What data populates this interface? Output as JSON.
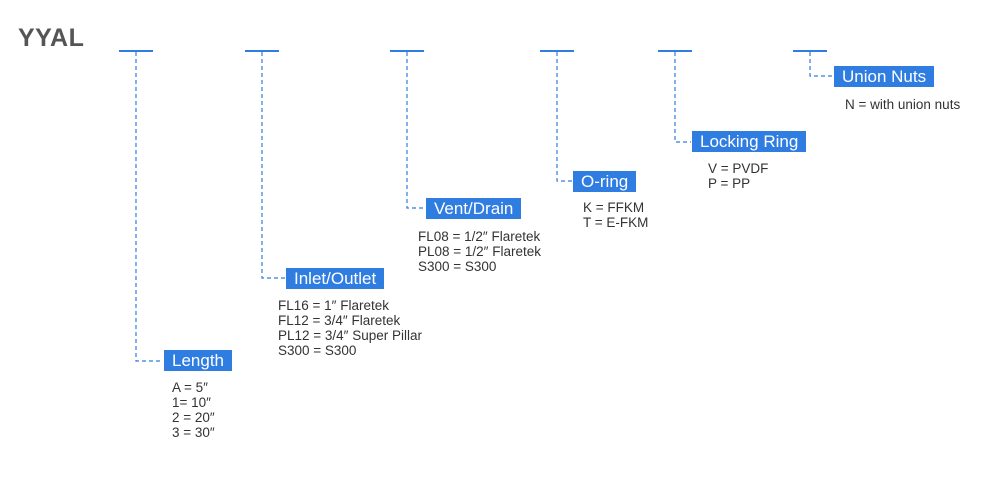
{
  "prefix": "YYAL",
  "accent_color": "#2f7de1",
  "fields": [
    {
      "label": "Length",
      "options": [
        "A = 5″",
        "1= 10″",
        "2 = 20″",
        "3 = 30″"
      ]
    },
    {
      "label": "Inlet/Outlet",
      "options": [
        "FL16 = 1″ Flaretek",
        "FL12 = 3/4″ Flaretek",
        "PL12 = 3/4″ Super Pillar",
        "S300 = S300"
      ]
    },
    {
      "label": "Vent/Drain",
      "options": [
        "FL08 = 1/2″ Flaretek",
        "PL08 = 1/2″ Flaretek",
        "S300 = S300"
      ]
    },
    {
      "label": "O-ring",
      "options": [
        "K = FFKM",
        "T = E-FKM"
      ]
    },
    {
      "label": "Locking Ring",
      "options": [
        "V = PVDF",
        "P = PP"
      ]
    },
    {
      "label": "Union Nuts",
      "options": [
        "N = with union nuts"
      ]
    }
  ]
}
